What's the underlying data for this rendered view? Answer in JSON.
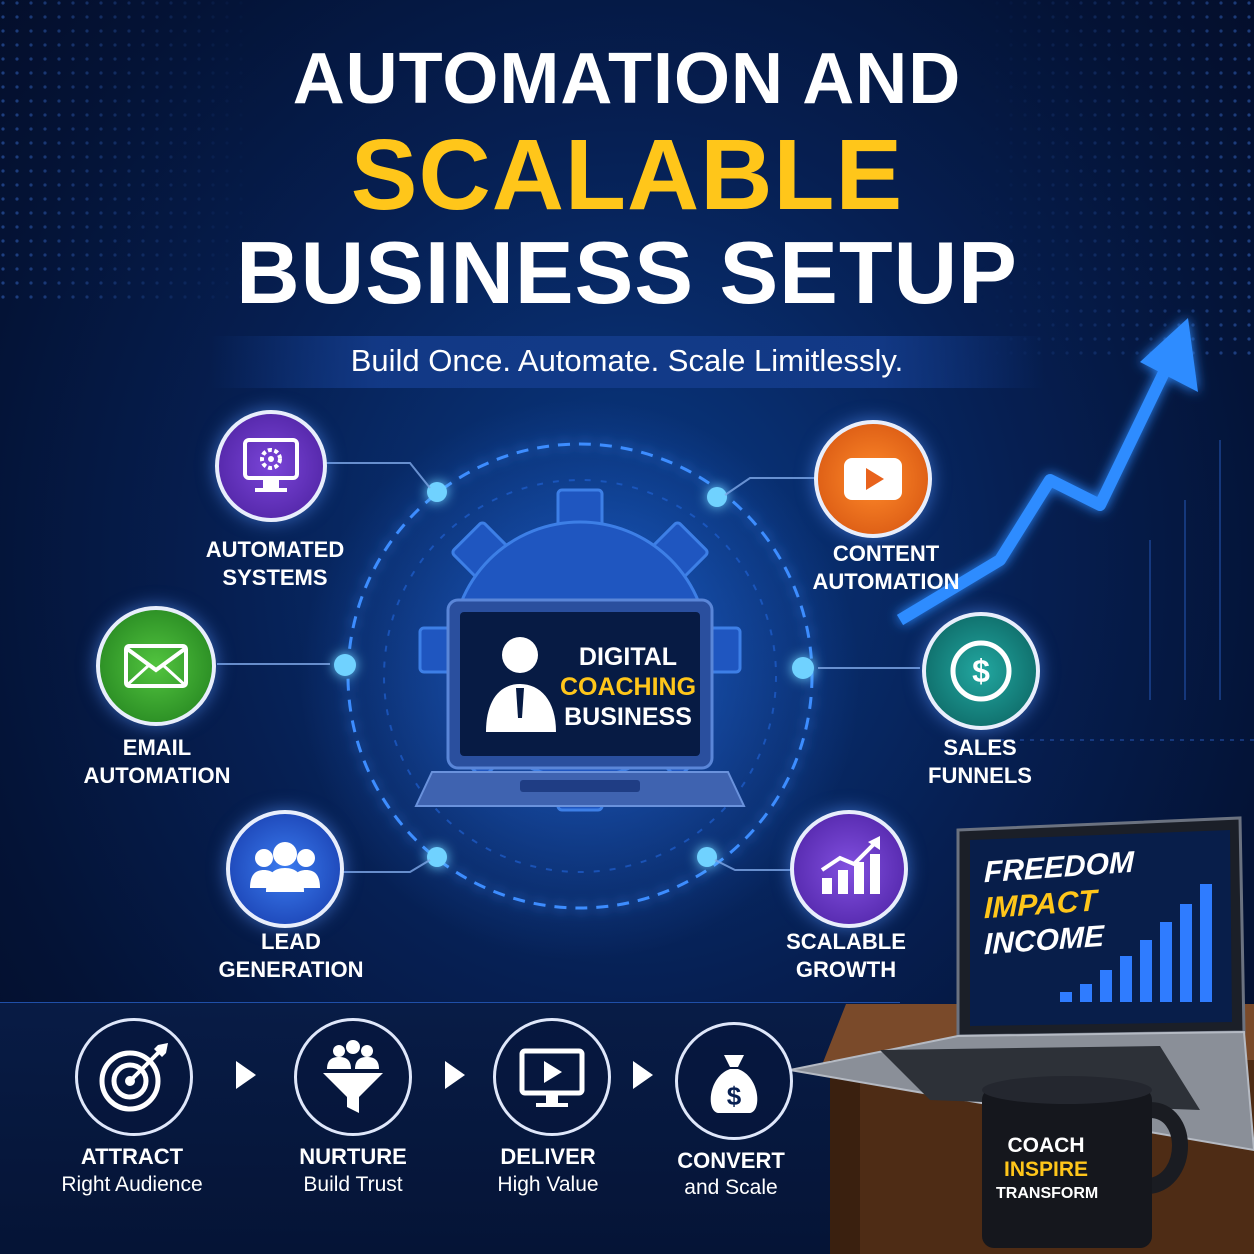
{
  "title": {
    "line1": "AUTOMATION AND",
    "line2": "SCALABLE",
    "line3": "BUSINESS SETUP"
  },
  "tagline": "Build Once. Automate. Scale Limitlessly.",
  "center": {
    "line1": "DIGITAL",
    "line2": "COACHING",
    "line3": "BUSINESS"
  },
  "nodes": [
    {
      "label": "AUTOMATED\nSYSTEMS",
      "icon": "monitor-gear-icon",
      "color": "#5b2bb5"
    },
    {
      "label": "CONTENT\nAUTOMATION",
      "icon": "play-button-icon",
      "color": "#e8621c"
    },
    {
      "label": "EMAIL\nAUTOMATION",
      "icon": "envelope-icon",
      "color": "#2f9a2a"
    },
    {
      "label": "SALES\nFUNNELS",
      "icon": "dollar-coin-icon",
      "color": "#0f7d7a"
    },
    {
      "label": "LEAD\nGENERATION",
      "icon": "people-group-icon",
      "color": "#1b4fc4"
    },
    {
      "label": "SCALABLE\nGROWTH",
      "icon": "bar-chart-up-icon",
      "color": "#6a2fc0"
    }
  ],
  "flow": [
    {
      "title": "ATTRACT",
      "subtitle": "Right Audience",
      "icon": "target-arrow-icon"
    },
    {
      "title": "NURTURE",
      "subtitle": "Build Trust",
      "icon": "funnel-people-icon"
    },
    {
      "title": "DELIVER",
      "subtitle": "High Value",
      "icon": "video-screen-icon"
    },
    {
      "title": "CONVERT",
      "subtitle": "and Scale",
      "icon": "money-bag-icon"
    }
  ],
  "laptop_screen": {
    "line1": "FREEDOM",
    "line2": "IMPACT",
    "line3": "INCOME"
  },
  "mug": {
    "line1": "COACH",
    "line2": "INSPIRE",
    "line3": "TRANSFORM"
  },
  "colors": {
    "accent_yellow": "#ffc61a",
    "glow_blue": "#2f8cff",
    "white": "#ffffff"
  }
}
